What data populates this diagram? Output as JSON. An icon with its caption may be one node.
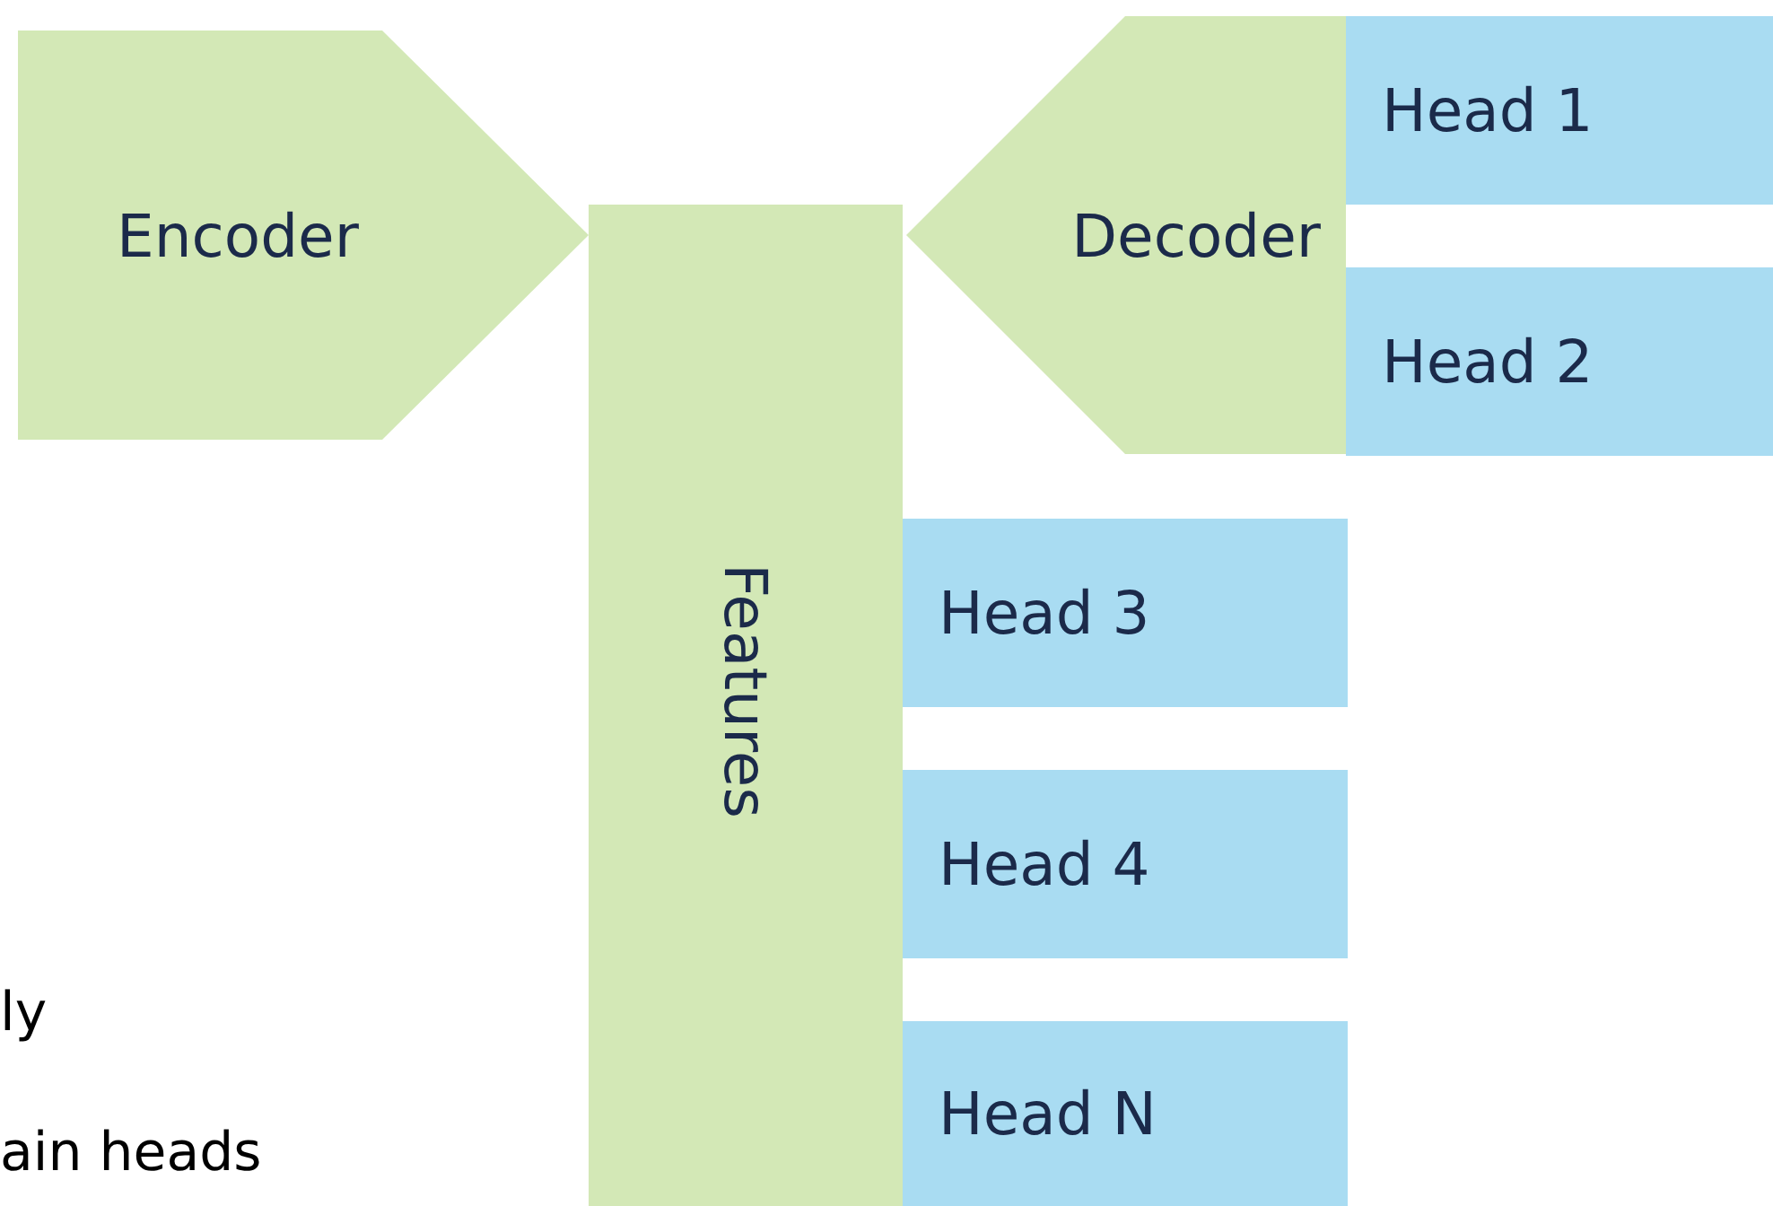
{
  "diagram": {
    "nodes": [
      {
        "text": [
          "Encoder"
        ]
      },
      {
        "text": [
          "Features"
        ]
      },
      {
        "text": [
          "Decoder"
        ]
      },
      {
        "text": [
          "Head 1"
        ]
      },
      {
        "text": [
          "Head 2"
        ]
      },
      {
        "text": [
          "Head 3"
        ]
      },
      {
        "text": [
          "Head 4"
        ]
      },
      {
        "text": [
          "Head N"
        ]
      }
    ],
    "edges": [],
    "labels": [
      "ly",
      "ain heads"
    ]
  }
}
